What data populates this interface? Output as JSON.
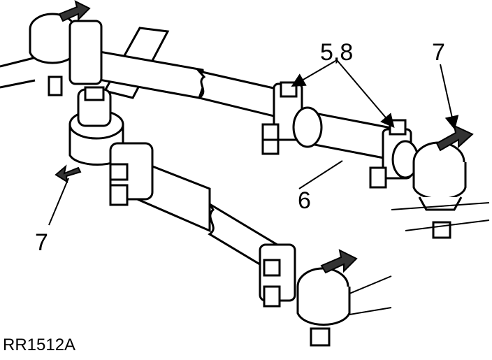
{
  "callouts": {
    "clamps": "5,8",
    "tube": "6",
    "ball_joint_right": "7",
    "ball_joint_left": "7"
  },
  "figure_ref": "RR1512A",
  "colors": {
    "ink": "#000000",
    "paper": "#ffffff",
    "shade": "#555555"
  },
  "icons": [
    "arrow-icon",
    "leader-line"
  ]
}
